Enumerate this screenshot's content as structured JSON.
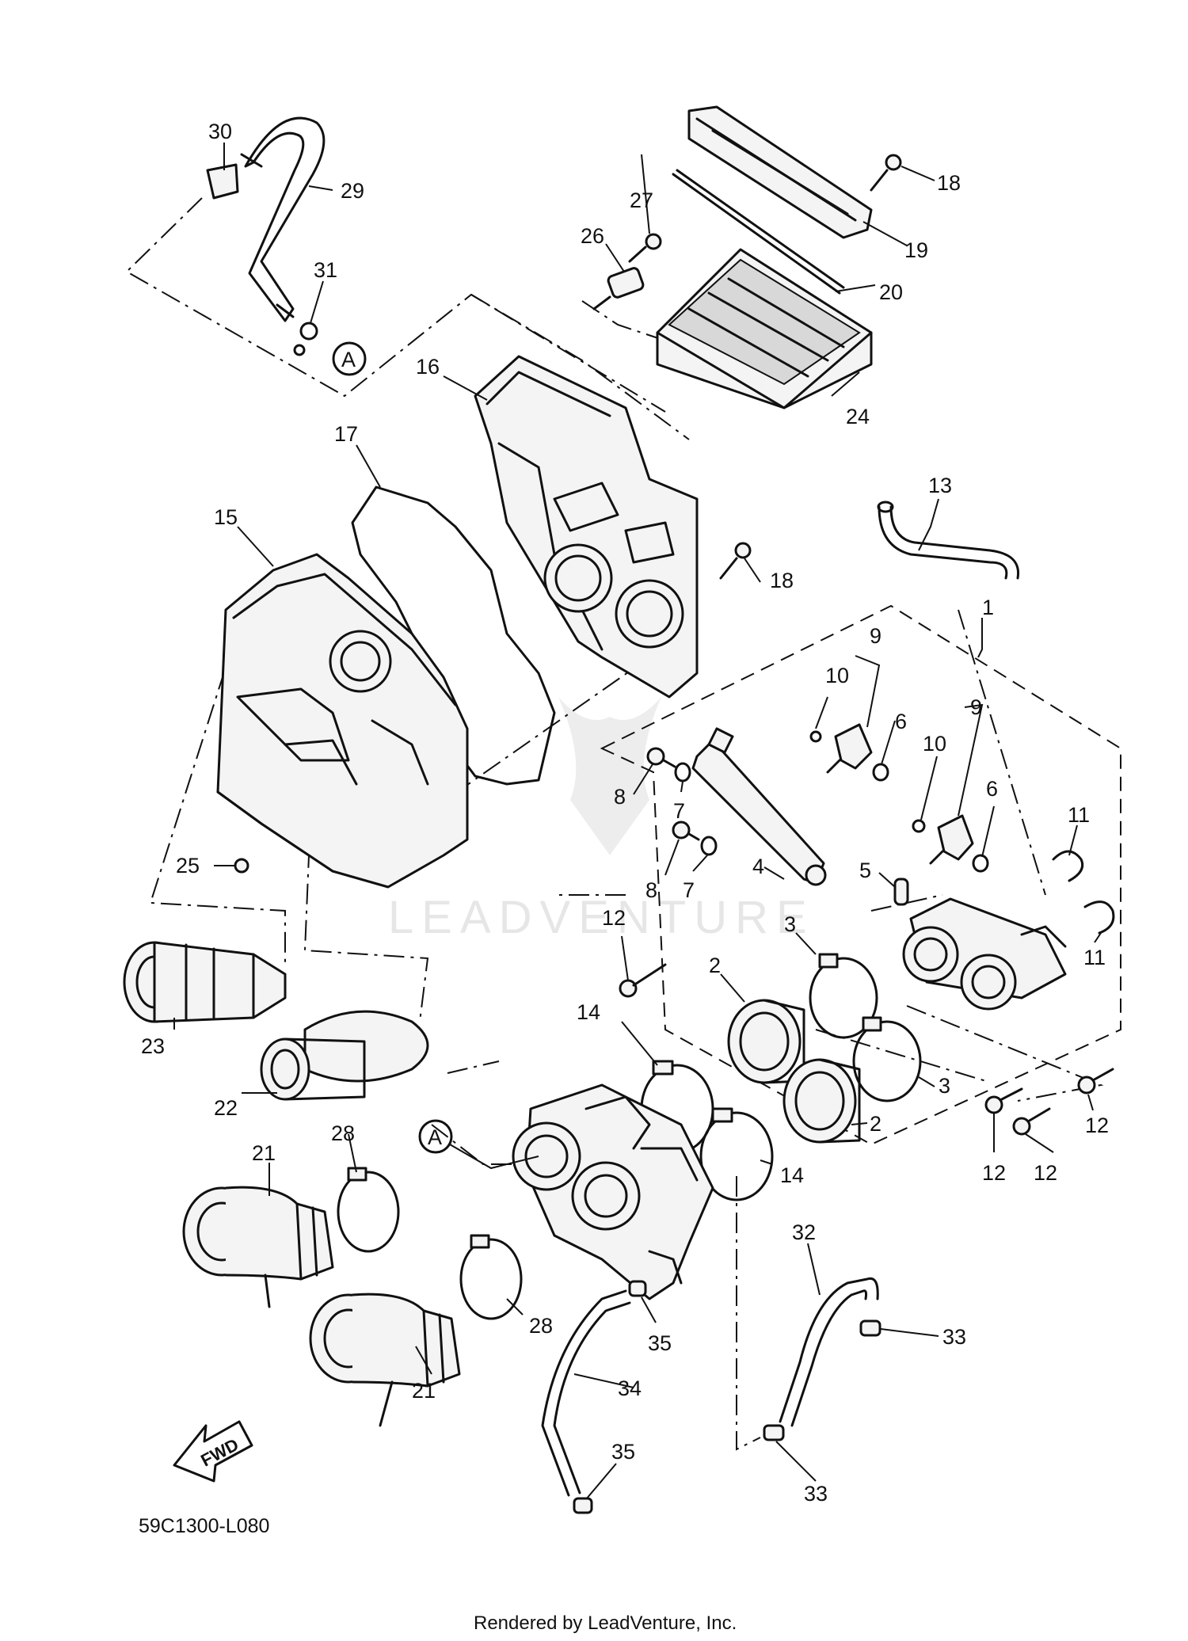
{
  "diagram": {
    "drawing_code": "59C1300-L080",
    "footer": "Rendered by LeadVenture, Inc.",
    "watermark": "LEADVENTURE",
    "fwd_label": "FWD",
    "marker_label": "A",
    "callouts": {
      "c1": "1",
      "c2a": "2",
      "c2b": "2",
      "c3a": "3",
      "c3b": "3",
      "c4": "4",
      "c5": "5",
      "c6a": "6",
      "c6b": "6",
      "c7a": "7",
      "c7b": "7",
      "c8a": "8",
      "c8b": "8",
      "c9a": "9",
      "c9b": "9",
      "c10a": "10",
      "c10b": "10",
      "c11a": "11",
      "c11b": "11",
      "c12a": "12",
      "c12b": "12",
      "c12c": "12",
      "c12d": "12",
      "c13": "13",
      "c14a": "14",
      "c14b": "14",
      "c15": "15",
      "c16": "16",
      "c17": "17",
      "c18a": "18",
      "c18b": "18",
      "c19": "19",
      "c20": "20",
      "c21a": "21",
      "c21b": "21",
      "c22": "22",
      "c23": "23",
      "c24": "24",
      "c25": "25",
      "c26": "26",
      "c27": "27",
      "c28a": "28",
      "c28b": "28",
      "c29": "29",
      "c30": "30",
      "c31": "31",
      "c32": "32",
      "c33a": "33",
      "c33b": "33",
      "c34": "34",
      "c35a": "35",
      "c35b": "35"
    }
  }
}
